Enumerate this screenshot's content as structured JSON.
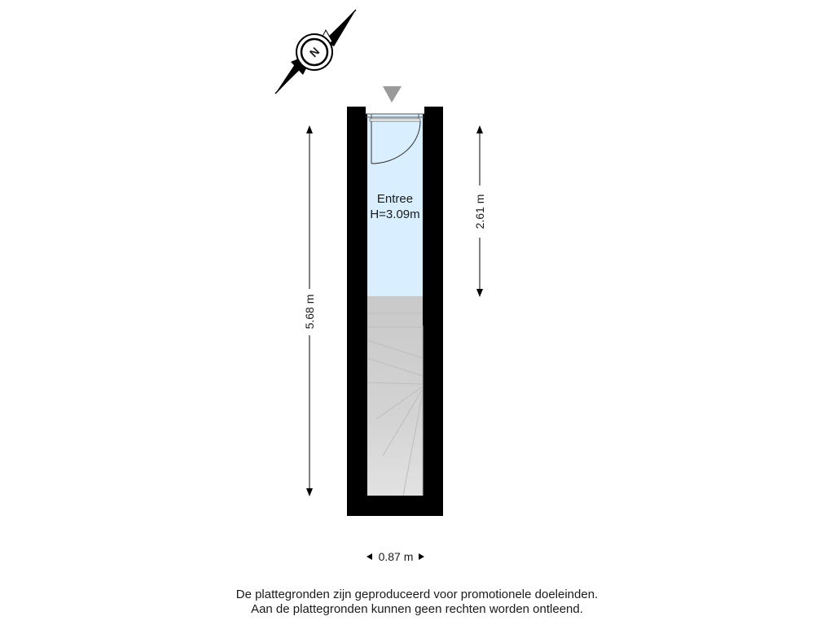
{
  "compass": {
    "north_label": "N",
    "icon": "compass-rose-icon"
  },
  "entrance_marker": {
    "icon": "entrance-triangle-icon",
    "color": "#9a9a9a"
  },
  "room": {
    "name": "Entree",
    "height_label": "H=3.09m",
    "fill_color": "#d9efff"
  },
  "stairs": {
    "fill_color": "#cfcfcf"
  },
  "walls": {
    "color": "#000000"
  },
  "dimensions": {
    "total_length": "5.68 m",
    "room_length": "2.61 m",
    "width": "0.87 m"
  },
  "disclaimer": {
    "line1": "De plattegronden zijn geproduceerd voor promotionele doeleinden.",
    "line2": "Aan de plattegronden kunnen geen rechten worden ontleend."
  }
}
